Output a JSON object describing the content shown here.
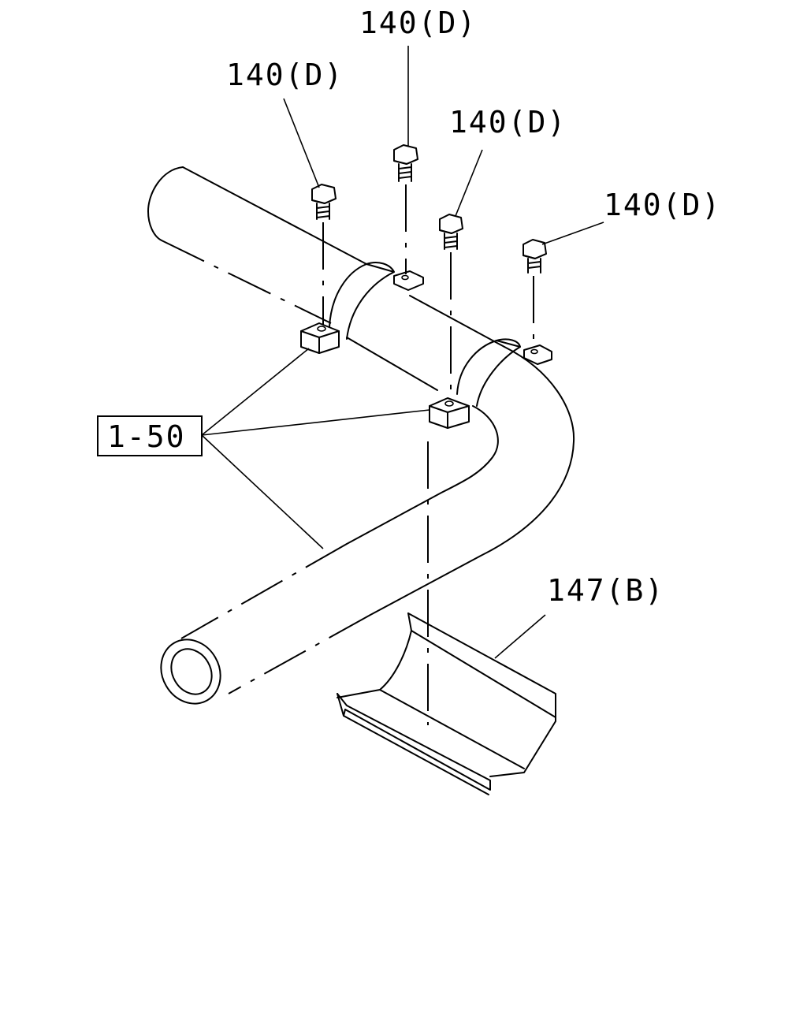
{
  "callouts": {
    "bolt_1": "140(D)",
    "bolt_2": "140(D)",
    "bolt_3": "140(D)",
    "bolt_4": "140(D)",
    "bracket": "147(B)",
    "reference_box": "1-50"
  }
}
